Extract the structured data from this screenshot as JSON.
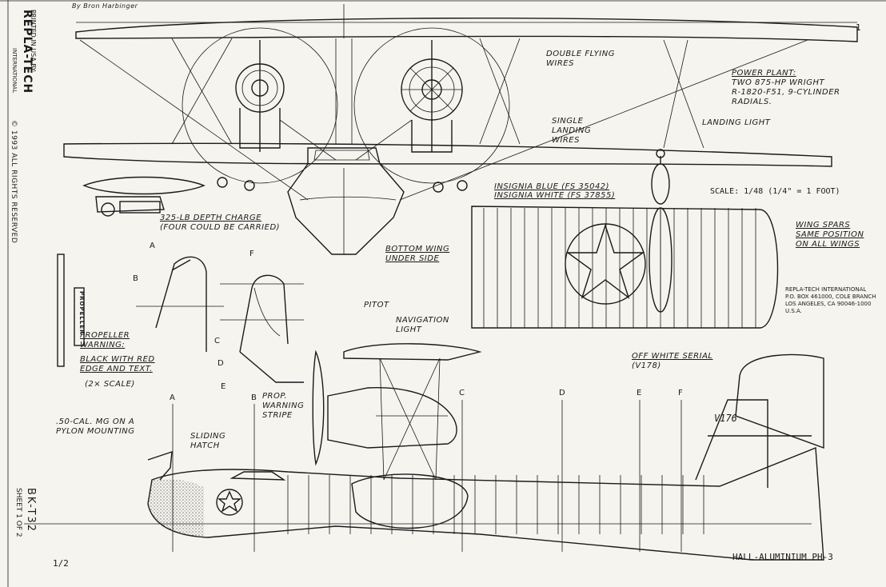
{
  "signature": "By Bron Harbinger",
  "publisher": {
    "printed_in": "PRINTED IN USA BY:",
    "brand": "REPLA-TECH",
    "sub": "INTERNATIONAL"
  },
  "copyright": "© 1993 ALL RIGHTS RESERVED",
  "sheet_number": "1",
  "drawing_code": "BK-T32",
  "sheet_of": "SHEET 1 OF 2",
  "scale_fraction": "1/2",
  "scale_note": "SCALE: 1/48 (1/4\" = 1 FOOT)",
  "title": "HALL-ALUMINIUM PH-3",
  "address": [
    "REPLA-TECH INTERNATIONAL",
    "P.O. BOX 461000, COLE BRANCH",
    "LOS ANGELES, CA 90046-1000",
    "U.S.A."
  ],
  "labels": {
    "double_flying_wires": [
      "DOUBLE FLYING",
      "WIRES"
    ],
    "power_plant": [
      "POWER PLANT:",
      "TWO 875-HP WRIGHT",
      "R-1820-F51, 9-CYLINDER",
      "RADIALS."
    ],
    "single_landing_wires": [
      "SINGLE",
      "LANDING",
      "WIRES"
    ],
    "landing_light": "LANDING LIGHT",
    "insignia_blue": "INSIGNIA BLUE (FS 35042)",
    "insignia_white": "INSIGNIA WHITE (FS 37855)",
    "depth_charge": [
      "325-LB DEPTH CHARGE",
      "(FOUR COULD BE CARRIED)"
    ],
    "bottom_wing": [
      "BOTTOM WING",
      "UNDER SIDE"
    ],
    "wing_spars": [
      "WING SPARS",
      "SAME POSITION",
      "ON ALL WINGS"
    ],
    "pitot": "PITOT",
    "navigation_light": [
      "NAVIGATION",
      "LIGHT"
    ],
    "propeller_warning": [
      "PROPELLER",
      "WARNING:"
    ],
    "black_with_red": [
      "BLACK WITH RED",
      "EDGE AND TEXT."
    ],
    "twox_scale": "(2× SCALE)",
    "off_white_serial": [
      "OFF WHITE SERIAL",
      "(V178)"
    ],
    "prop_warning_stripe": [
      "PROP.",
      "WARNING",
      "STRIPE"
    ],
    "mg_mount": [
      ".50-CAL. MG ON A",
      "PYLON MOUNTING"
    ],
    "sliding_hatch": [
      "SLIDING",
      "HATCH"
    ],
    "propeller_text": "PROPELLER",
    "serial": "V176"
  },
  "section_letters": {
    "detail_a": "A",
    "detail_b": "B",
    "detail_f": "F",
    "detail_c": "C",
    "detail_d": "D",
    "detail_e": "E",
    "st_a": "A",
    "st_b": "B",
    "st_c": "C",
    "st_d": "D",
    "st_e": "E",
    "st_f": "F"
  }
}
